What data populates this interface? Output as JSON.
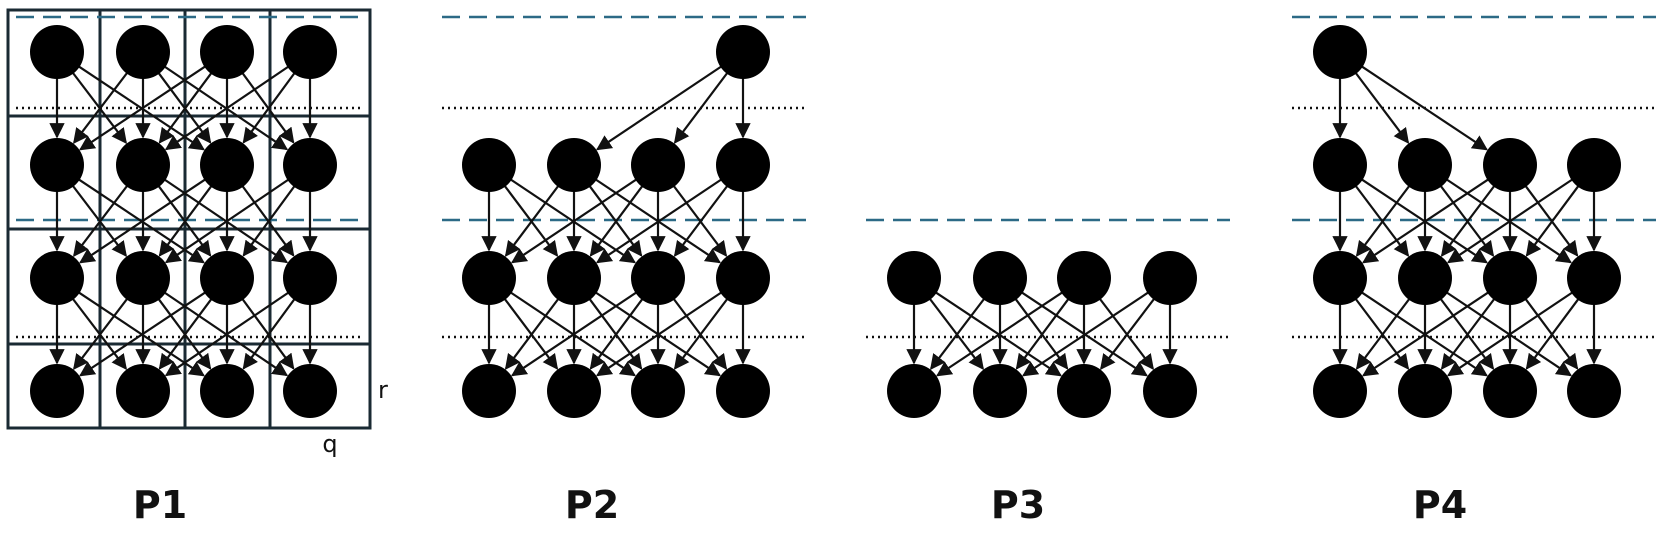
{
  "panels": [
    {
      "id": "p1",
      "label": "P1",
      "grid": true,
      "axis_labels": {
        "r": "r",
        "q": "q"
      },
      "nodes": [
        [
          1,
          1,
          1,
          1
        ],
        [
          1,
          1,
          1,
          1
        ],
        [
          1,
          1,
          1,
          1
        ],
        [
          1,
          1,
          1,
          1
        ]
      ],
      "edges_between_rows": [
        "all-neighbors",
        "all-neighbors",
        "all-neighbors"
      ],
      "boundaries": [
        {
          "after_row": 0,
          "style": "dashed",
          "position": "top"
        },
        {
          "after_row": 0,
          "style": "dotted"
        },
        {
          "after_row": 1,
          "style": "dashed"
        },
        {
          "after_row": 2,
          "style": "dotted"
        }
      ]
    },
    {
      "id": "p2",
      "label": "P2",
      "grid": false,
      "nodes": [
        [
          0,
          0,
          0,
          1
        ],
        [
          1,
          1,
          1,
          1
        ],
        [
          1,
          1,
          1,
          1
        ],
        [
          1,
          1,
          1,
          1
        ]
      ],
      "edges_between_rows": [
        "broadcast-from-col-3",
        "all-neighbors",
        "all-neighbors"
      ],
      "boundaries": [
        {
          "style": "dashed",
          "position": "top"
        },
        {
          "after_row": 0,
          "style": "dotted"
        },
        {
          "after_row": 1,
          "style": "dashed"
        },
        {
          "after_row": 2,
          "style": "dotted"
        }
      ]
    },
    {
      "id": "p3",
      "label": "P3",
      "grid": false,
      "nodes": [
        [
          0,
          0,
          0,
          0
        ],
        [
          0,
          0,
          0,
          0
        ],
        [
          1,
          1,
          1,
          1
        ],
        [
          1,
          1,
          1,
          1
        ]
      ],
      "edges_between_rows": [
        "none",
        "none",
        "all-neighbors"
      ],
      "boundaries": [
        {
          "after_row": 1,
          "style": "dashed"
        },
        {
          "after_row": 2,
          "style": "dotted"
        }
      ]
    },
    {
      "id": "p4",
      "label": "P4",
      "grid": false,
      "nodes": [
        [
          1,
          0,
          0,
          0
        ],
        [
          1,
          1,
          1,
          1
        ],
        [
          1,
          1,
          1,
          1
        ],
        [
          1,
          1,
          1,
          1
        ]
      ],
      "edges_between_rows": [
        "broadcast-from-col-0",
        "all-neighbors",
        "all-neighbors"
      ],
      "boundaries": [
        {
          "style": "dashed",
          "position": "top"
        },
        {
          "after_row": 0,
          "style": "dotted"
        },
        {
          "after_row": 1,
          "style": "dashed"
        },
        {
          "after_row": 2,
          "style": "dotted"
        }
      ]
    }
  ],
  "colors": {
    "node": "#000000",
    "edge": "#111111",
    "dashed_line": "#2c6a86",
    "dotted_line": "#111111",
    "grid": "#1a2a33"
  }
}
